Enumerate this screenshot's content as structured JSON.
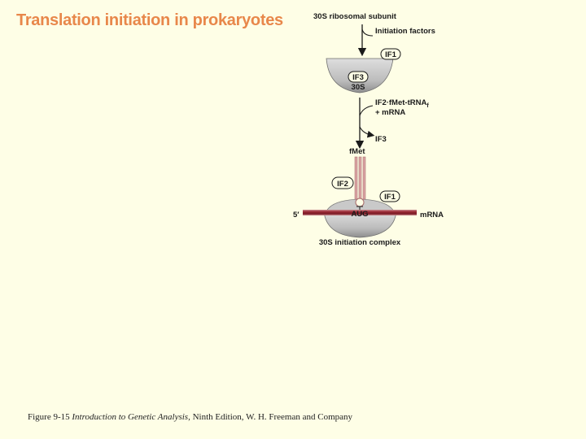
{
  "title": "Translation initiation in prokaryotes",
  "diagram": {
    "top_label": "30S  ribosomal subunit",
    "initiation_factors": "Initiation factors",
    "if1": "IF1",
    "if3": "IF3",
    "subunit_30s": "30S",
    "step2_line1": "IF2·fMet-tRNA",
    "step2_subscript": "f",
    "step2_line2": "+ mRNA",
    "if3_released": "IF3",
    "fmet": "fMet",
    "if2": "IF2",
    "if1_complex": "IF1",
    "five_prime": "5′",
    "aug": "AUG",
    "mrna": "mRNA",
    "complex_label": "30S initiation complex"
  },
  "caption": {
    "prefix": "Figure 9-15",
    "book": "Introduction to Genetic Analysis,",
    "suffix": "Ninth Edition, W. H. Freeman and Company"
  },
  "colors": {
    "title": "#e8874a",
    "background": "#fefee6",
    "ribosome_light": "#dcdcdc",
    "ribosome_dark": "#9a9a9a",
    "mrna": "#9b2a35",
    "trna": "#d9a3a3"
  }
}
